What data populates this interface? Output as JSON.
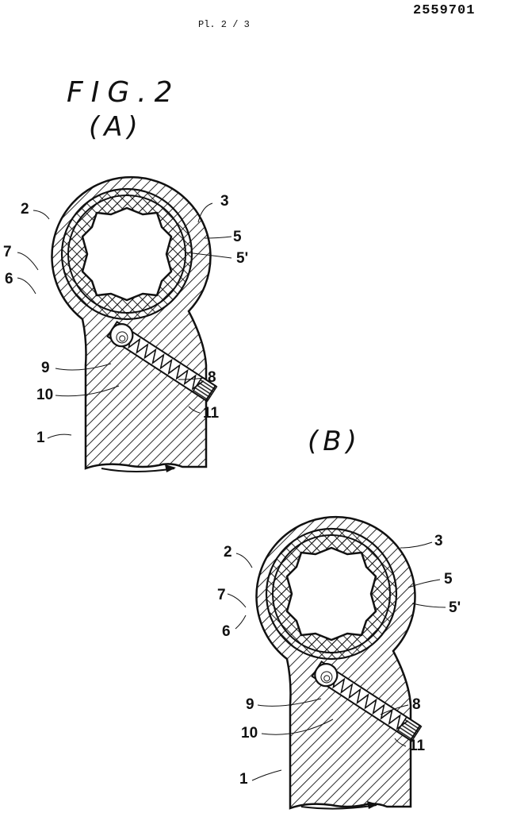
{
  "header": {
    "document_number": "2559701",
    "sheet": "Pl. 2 / 3"
  },
  "figure": {
    "title": "FIG.2",
    "subfigures": [
      {
        "id": "A",
        "caption": "(A)",
        "labels": {
          "l1": "1",
          "l2": "2",
          "l3": "3",
          "l5": "5",
          "l5p": "5'",
          "l6": "6",
          "l7": "7",
          "l8": "8",
          "l9": "9",
          "l10": "10",
          "l11": "11"
        },
        "rotation_arrow": "clockwise arrow below handle"
      },
      {
        "id": "B",
        "caption": "(B)",
        "labels": {
          "l1": "1",
          "l2": "2",
          "l3": "3",
          "l5": "5",
          "l5p": "5'",
          "l6": "6",
          "l7": "7",
          "l8": "8",
          "l9": "9",
          "l10": "10",
          "l11": "11"
        },
        "rotation_arrow": "arrow below handle"
      }
    ]
  }
}
